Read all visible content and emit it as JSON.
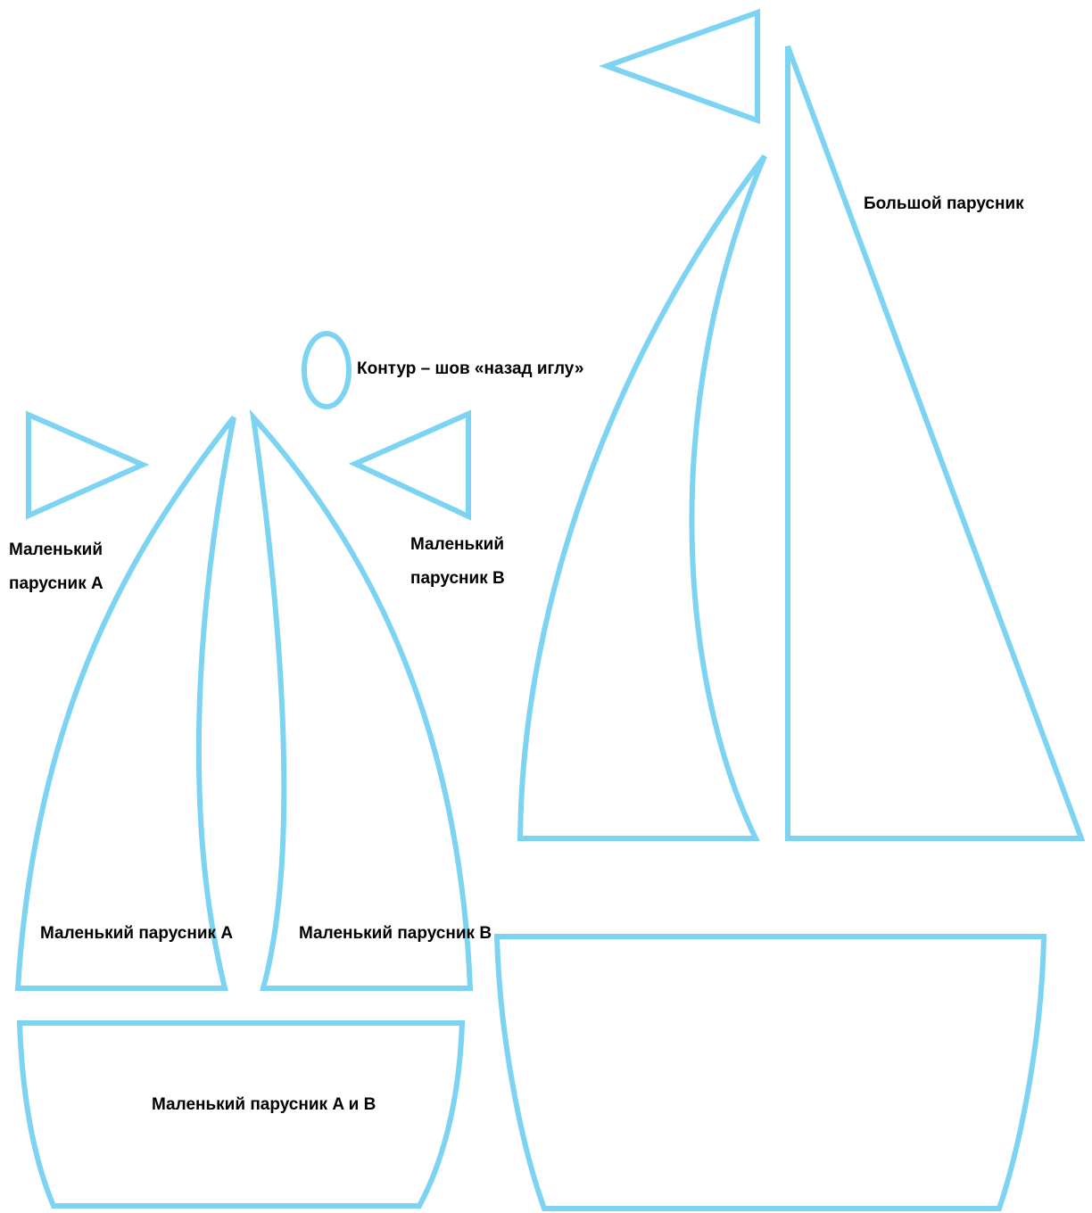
{
  "colors": {
    "outline": "#7DD3F2",
    "text": "#000000",
    "background": "#ffffff"
  },
  "labels": {
    "contour_note": "Контур – шов «назад иглу»",
    "large_boat": "Большой парусник",
    "small_a_line1": "Маленький",
    "small_a_line2": "парусник A",
    "small_b_line1": "Маленький",
    "small_b_line2": "парусник B",
    "sail_a": "Маленький парусник A",
    "sail_b": "Маленький парусник B",
    "hull_small": "Маленький парусник A и B"
  }
}
